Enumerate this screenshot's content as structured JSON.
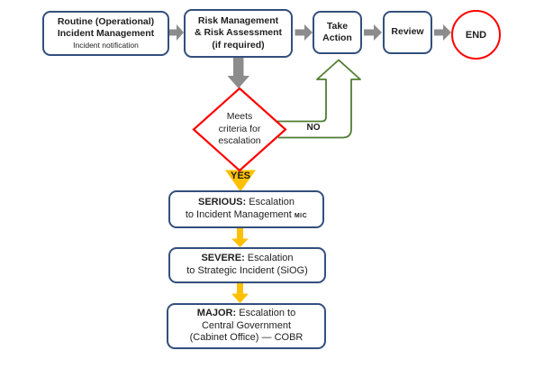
{
  "colors": {
    "box_border": "#334f7d",
    "arrow_gray": "#8c8c8c",
    "accent_red": "#ff0000",
    "accent_yellow": "#ffc000",
    "accent_green": "#507e32",
    "text": "#1f1f1f"
  },
  "nodes": {
    "routine": {
      "line1": "Routine (Operational)",
      "line2": "Incident Management",
      "note": "Incident notification"
    },
    "risk": {
      "line1": "Risk Management",
      "line2": "& Risk Assessment",
      "line3": "(if required)"
    },
    "take_action": {
      "line1": "Take",
      "line2": "Action"
    },
    "review": {
      "label": "Review"
    },
    "end": {
      "label": "END"
    },
    "decision": {
      "line1": "Meets",
      "line2": "criteria for",
      "line3": "escalation"
    },
    "serious": {
      "keyword": "SERIOUS:",
      "line1_rest": " Escalation",
      "line2": "to Incident Management",
      "suffix": "MIC"
    },
    "severe": {
      "keyword": "SEVERE:",
      "line1_rest": " Escalation",
      "line2": "to Strategic Incident (SiOG)"
    },
    "major": {
      "keyword": "MAJOR:",
      "line1_rest": " Escalation to",
      "line2": "Central Government",
      "line3": "(Cabinet Office) — COBR"
    }
  },
  "edges": {
    "no_label": "NO",
    "yes_label": "YES"
  }
}
